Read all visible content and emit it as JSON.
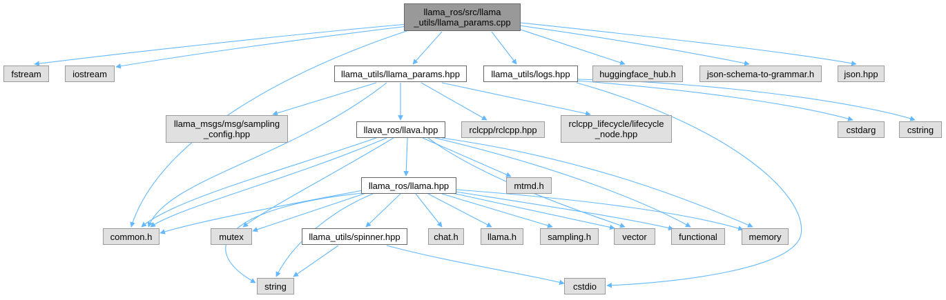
{
  "colors": {
    "edge": "#63b8ff",
    "external_fill": "#e0e0e0",
    "external_border": "#999999",
    "project_fill": "#ffffff",
    "project_border": "#666666",
    "root_fill": "#999999"
  },
  "nodes": {
    "root": "llama_ros/src/llama\n_utils/llama_params.cpp",
    "fstream": "fstream",
    "iostream": "iostream",
    "llama_params_hpp": "llama_utils/llama_params.hpp",
    "logs_hpp": "llama_utils/logs.hpp",
    "huggingface_hub_h": "huggingface_hub.h",
    "json_schema_to_grammar_h": "json-schema-to-grammar.h",
    "json_hpp": "json.hpp",
    "sampling_config_hpp": "llama_msgs/msg/sampling\n_config.hpp",
    "llava_hpp": "llava_ros/llava.hpp",
    "rclcpp_hpp": "rclcpp/rclcpp.hpp",
    "lifecycle_node_hpp": "rclcpp_lifecycle/lifecycle\n_node.hpp",
    "cstdarg": "cstdarg",
    "cstring": "cstring",
    "mtmd_h": "mtmd.h",
    "llama_hpp": "llama_ros/llama.hpp",
    "common_h": "common.h",
    "mutex": "mutex",
    "spinner_hpp": "llama_utils/spinner.hpp",
    "chat_h": "chat.h",
    "llama_h": "llama.h",
    "sampling_h": "sampling.h",
    "vector": "vector",
    "functional": "functional",
    "memory": "memory",
    "string": "string",
    "cstdio": "cstdio"
  }
}
